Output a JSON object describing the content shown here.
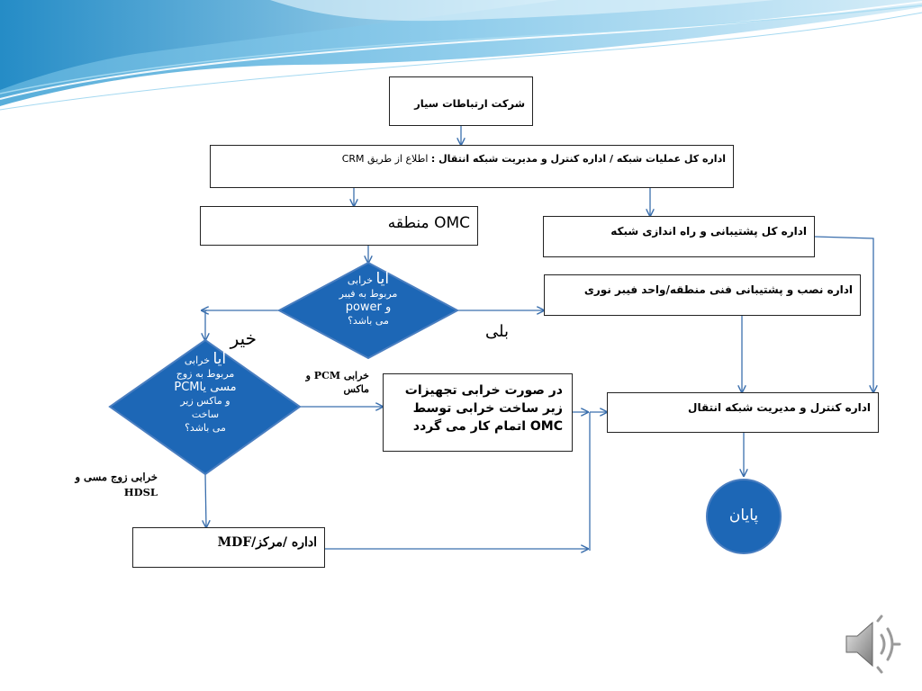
{
  "colors": {
    "accent": "#1f6ab3",
    "shape_fill": "#1d67b6",
    "shape_stroke": "#4a7ec0",
    "arrow": "#3b6fad",
    "wave_light": "#cfeaf7",
    "wave_mid": "#7cc4e8",
    "wave_dark": "#3a9fd3"
  },
  "icons": {
    "speaker": "speaker-icon"
  },
  "nodes": {
    "company": "شرکت ارتباطات سیار",
    "network_ops": {
      "bold_part": "اداره کل عملیات شبکه / اداره کنترل و مدیریت شبکه انتقال :",
      "normal_part": "اطلاع از طریق CRM"
    },
    "omc_region": "OMC منطقه",
    "support_setup": "اداره کل پشتیبانی و راه اندازی شبکه",
    "install_support": "اداره نصب و پشتیبانی فنی منطقه/واحد فیبر نوری",
    "decision_fiber": {
      "line1_big": "ایا",
      "line1_rest": "خرابی",
      "line2": "مربوط به فیبر",
      "line3": "و power",
      "line4": "می باشد؟"
    },
    "decision_copper": {
      "line1_big": "ایا",
      "line1_rest": "خرابی",
      "line2": "مربوط به زوج",
      "line3": "مسی یاPCM",
      "line4": "و ماکس زیر",
      "line5": "ساخت",
      "line6": "می باشد؟"
    },
    "omc_fix": "در صورت خرابی تجهیزات زیر ساخت خرابی توسط OMC اتمام کار می گردد",
    "transmission_mgmt": "اداره کنترل و مدیریت شبکه انتقال",
    "mdf_center": "اداره /مرکز/MDF",
    "end": "پایان"
  },
  "labels": {
    "no": "خیر",
    "yes": "بلی",
    "pcm_fault": "خرابی PCM و ماکس",
    "copper_fault": "خرابی زوج مسی و HDSL"
  }
}
